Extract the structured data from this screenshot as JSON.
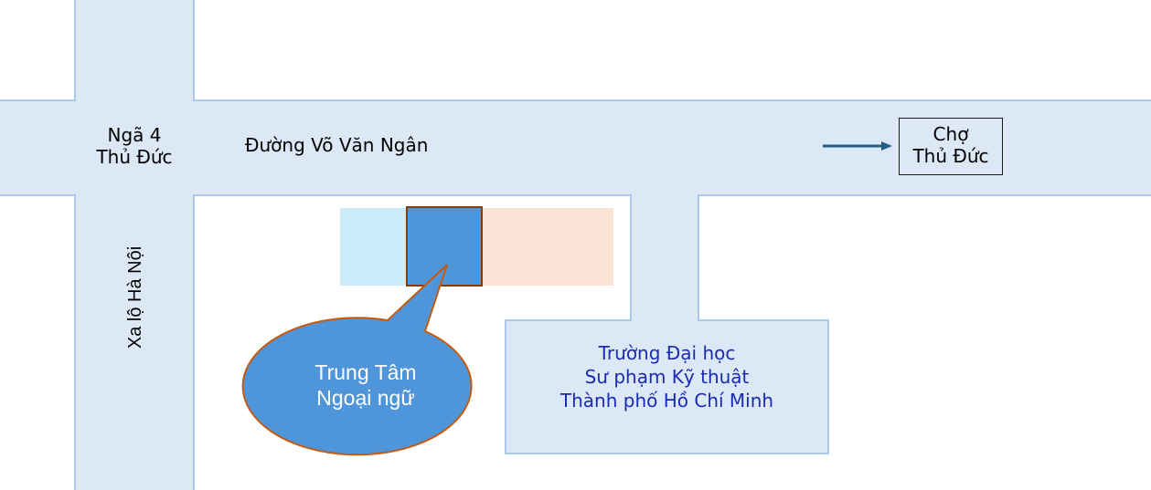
{
  "map": {
    "intersection": {
      "line1": "Ngã 4",
      "line2": "Thủ Đức"
    },
    "street_name": "Đường Võ Văn Ngân",
    "highway_name": "Xa lộ Hà Nội",
    "market": {
      "line1": "Chợ",
      "line2": "Thủ Đức"
    },
    "callout": {
      "line1": "Trung Tâm",
      "line2": "Ngoại ngữ"
    },
    "university": {
      "line1": "Trường Đại học",
      "line2": "Sư phạm Kỹ thuật",
      "line3": "Thành phố Hồ Chí Minh"
    },
    "icons": {
      "direction": "arrow-right-icon"
    }
  },
  "colors": {
    "road": "#dce8f6",
    "road_edge": "#a9c8ea",
    "building_left": "#cbecfb",
    "building_target": "#4f95d9",
    "building_target_border": "#843c0c",
    "building_right": "#fbe4d6",
    "callout_fill": "#4f95d9",
    "callout_border": "#c55a11",
    "arrow": "#1f5f82",
    "university_text": "#1a2bb3"
  }
}
